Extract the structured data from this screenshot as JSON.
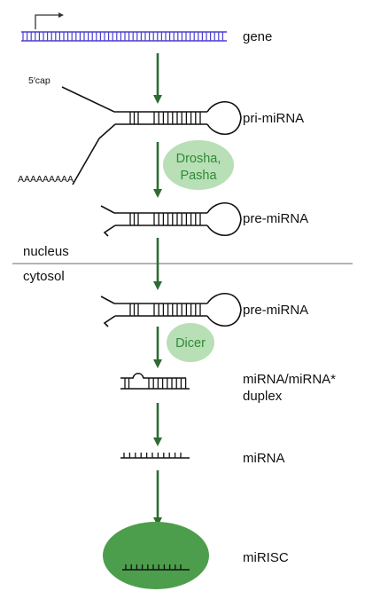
{
  "labels": {
    "gene": "gene",
    "five_cap": "5′cap",
    "poly_a": "AAAAAAAAA",
    "pri_mirna": "pri-miRNA",
    "pre_mirna_nucleus": "pre-miRNA",
    "nucleus": "nucleus",
    "cytosol": "cytosol",
    "pre_mirna_cytosol": "pre-miRNA",
    "duplex_line1": "miRNA/miRNA*",
    "duplex_line2": "duplex",
    "mirna": "miRNA",
    "mirisc": "miRISC"
  },
  "enzymes": {
    "drosha_line1": "Drosha,",
    "drosha_line2": "Pasha",
    "dicer": "Dicer"
  },
  "colors": {
    "gene": "#4a3fd0",
    "arrow": "#2f6b33",
    "enzyme_fill": "#b8dfb6",
    "enzyme_text": "#2e8b35",
    "risc_fill": "#4c9e4c",
    "line": "#111111",
    "divider": "#888888"
  }
}
